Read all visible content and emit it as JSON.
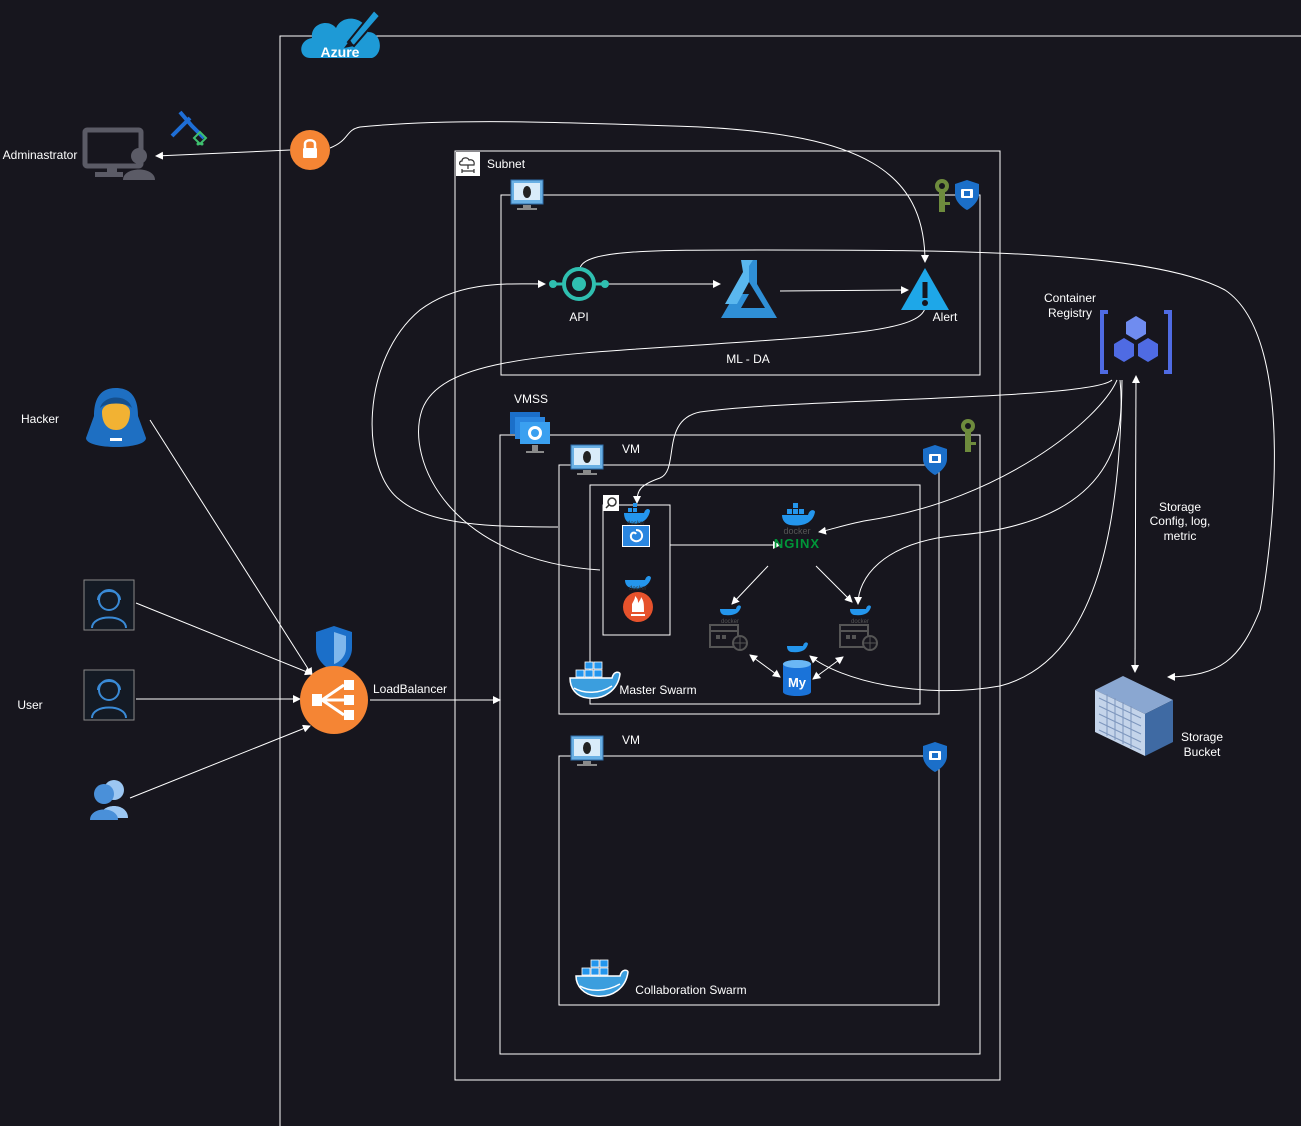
{
  "labels": {
    "azure": "Azure",
    "administrator": "Adminastrator",
    "hacker": "Hacker",
    "user": "User",
    "load_balancer": "LoadBalancer",
    "subnet": "Subnet",
    "api": "API",
    "alert": "Alert",
    "ml_da": "ML - DA",
    "vmss": "VMSS",
    "vm_master": "VM",
    "vm_collab": "VM",
    "master_swarm": "Master Swarm",
    "collab_swarm": "Collaboration Swarm",
    "container_registry_line1": "Container",
    "container_registry_line2": "Registry",
    "storage_note_line1": "Storage",
    "storage_note_line2": "Config, log,",
    "storage_note_line3": "metric",
    "storage_bucket_line1": "Storage",
    "storage_bucket_line2": "Bucket",
    "docker": "docker",
    "nginx": "NGINX",
    "mysql": "My"
  },
  "colors": {
    "background": "#17161e",
    "line": "#ffffff",
    "azure_blue": "#1e9ad6",
    "orange": "#f58534",
    "key_green": "#6e8b3d",
    "shield_blue": "#1b6fc9",
    "docker_blue": "#2496ed",
    "nginx_green": "#009639",
    "prometheus_orange": "#e6522c",
    "registry_blue": "#4f6be3",
    "bucket_blue": "#5a7fb3"
  }
}
